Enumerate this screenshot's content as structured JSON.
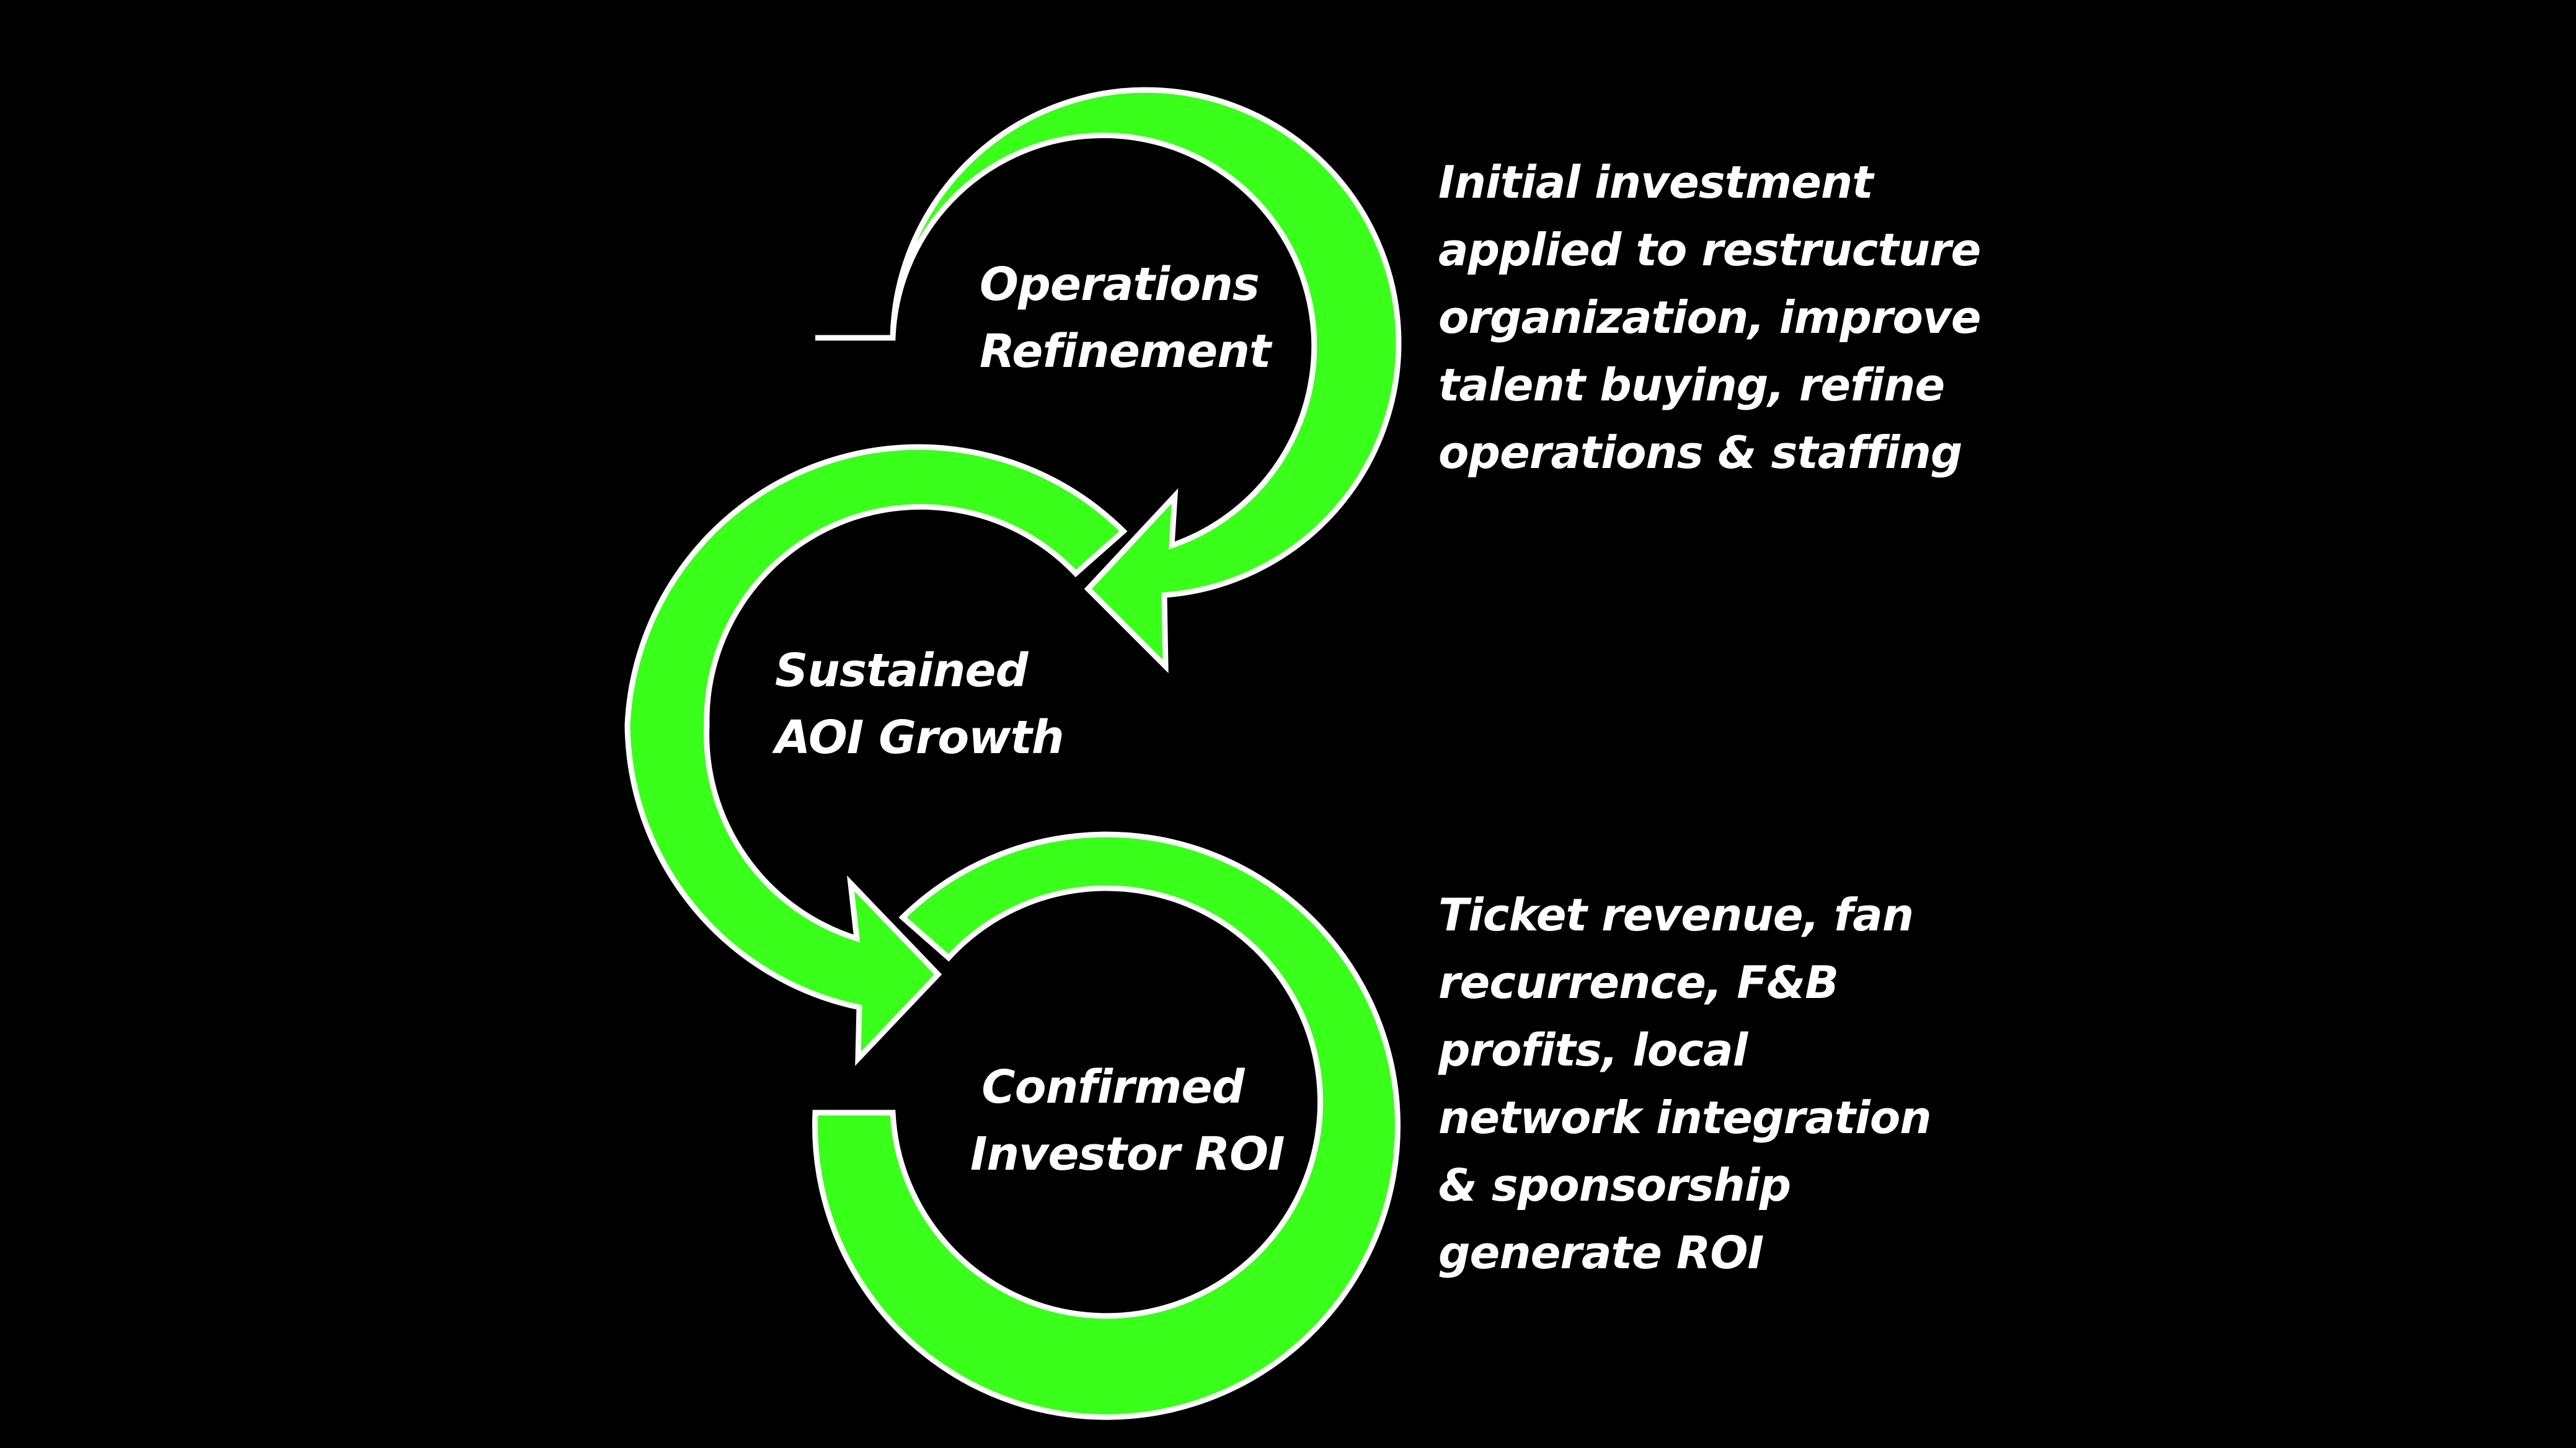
{
  "colors": {
    "background": "#000000",
    "arrow_fill": "#39FF1A",
    "arrow_outline": "#FFFFFF",
    "text": "#FFFFFF"
  },
  "cycle": {
    "nodes": [
      {
        "lines": [
          "Operations",
          "Refinement"
        ]
      },
      {
        "lines": [
          "Sustained",
          "AOI Growth"
        ]
      },
      {
        "lines": [
          "Confirmed",
          "Investor ROI"
        ]
      }
    ]
  },
  "descriptions": {
    "top": {
      "lines": [
        "Initial investment",
        "applied to restructure",
        "organization, improve",
        "talent buying, refine",
        "operations & staffing"
      ]
    },
    "bottom": {
      "lines": [
        "Ticket revenue, fan",
        "recurrence, F&B",
        "profits, local",
        "network integration",
        "& sponsorship",
        "generate ROI"
      ]
    }
  }
}
